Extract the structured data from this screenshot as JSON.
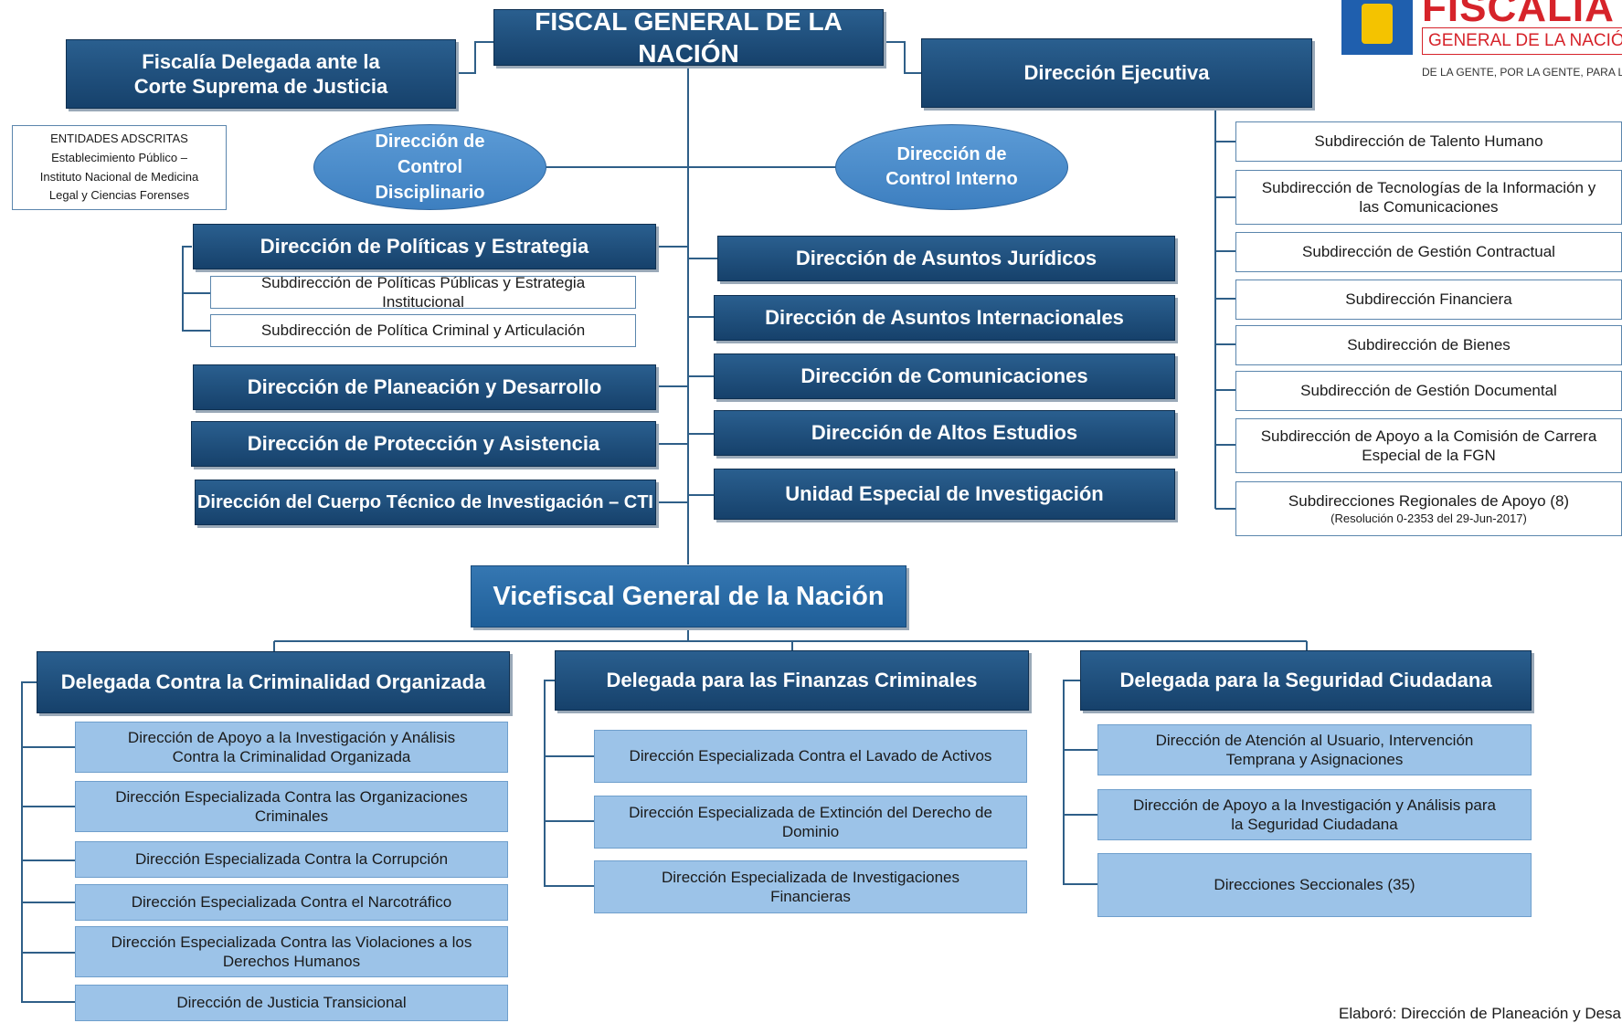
{
  "top": {
    "fiscal_general": "FISCAL GENERAL DE LA NACIÓN",
    "fiscalia_delegada_l1": "Fiscalía Delegada ante la",
    "fiscalia_delegada_l2": "Corte Suprema de Justicia",
    "direccion_ejecutiva": "Dirección Ejecutiva"
  },
  "logo": {
    "word": "FISCALÍA",
    "line1": "GENERAL DE LA NACIÓN",
    "slogan": "DE LA GENTE, POR LA GENTE, PARA LA GENTE"
  },
  "entidades": {
    "l1": "ENTIDADES ADSCRITAS",
    "l2": "Establecimiento Público –",
    "l3": "Instituto Nacional de Medicina",
    "l4": "Legal y Ciencias Forenses"
  },
  "ovals": {
    "disciplinario_l1": "Dirección de",
    "disciplinario_l2": "Control",
    "disciplinario_l3": "Disciplinario",
    "interno_l1": "Dirección de",
    "interno_l2": "Control Interno"
  },
  "left_column": {
    "politicas": "Dirección de Políticas y Estrategia",
    "sub_politicas_publicas": "Subdirección de Políticas Públicas y Estrategia Institucional",
    "sub_politica_criminal": "Subdirección de Política Criminal y Articulación",
    "planeacion": "Dirección de Planeación y Desarrollo",
    "proteccion": "Dirección de Protección y Asistencia",
    "cti": "Dirección del Cuerpo Técnico de Investigación – CTI"
  },
  "center_column": {
    "juridicos": "Dirección de Asuntos Jurídicos",
    "internacionales": "Dirección de Asuntos Internacionales",
    "comunicaciones": "Dirección de Comunicaciones",
    "altos_estudios": "Dirección de Altos Estudios",
    "unidad_especial": "Unidad Especial de Investigación"
  },
  "right_column": {
    "talento": "Subdirección de Talento Humano",
    "tecnologias_l1": "Subdirección de Tecnologías de la Información y",
    "tecnologias_l2": "las Comunicaciones",
    "contractual": "Subdirección de Gestión Contractual",
    "financiera": "Subdirección Financiera",
    "bienes": "Subdirección de Bienes",
    "documental": "Subdirección de Gestión Documental",
    "carrera_l1": "Subdirección de Apoyo a la Comisión de Carrera",
    "carrera_l2": "Especial de la FGN",
    "regionales_l1": "Subdirecciones Regionales de Apoyo (8)",
    "regionales_l2": "(Resolución 0-2353 del 29-Jun-2017)"
  },
  "vicefiscal": "Vicefiscal General de la Nación",
  "criminalidad": {
    "title": "Delegada Contra la Criminalidad Organizada",
    "items": [
      {
        "l1": "Dirección de Apoyo  a la Investigación y Análisis",
        "l2": "Contra la Criminalidad Organizada"
      },
      {
        "l1": "Dirección Especializada Contra las Organizaciones",
        "l2": "Criminales"
      },
      {
        "l1": "Dirección Especializada Contra la Corrupción",
        "l2": ""
      },
      {
        "l1": "Dirección Especializada Contra el Narcotráfico",
        "l2": ""
      },
      {
        "l1": "Dirección Especializada Contra las Violaciones a los",
        "l2": "Derechos Humanos"
      },
      {
        "l1": "Dirección de Justicia Transicional",
        "l2": ""
      }
    ]
  },
  "finanzas": {
    "title": "Delegada para las Finanzas Criminales",
    "items": [
      {
        "l1": "Dirección Especializada Contra el Lavado de Activos",
        "l2": ""
      },
      {
        "l1": "Dirección Especializada de Extinción del Derecho de",
        "l2": "Dominio"
      },
      {
        "l1": "Dirección Especializada de Investigaciones",
        "l2": "Financieras"
      }
    ]
  },
  "seguridad": {
    "title": "Delegada para la Seguridad Ciudadana",
    "items": [
      {
        "l1": "Dirección de Atención al Usuario, Intervención",
        "l2": "Temprana y Asignaciones"
      },
      {
        "l1": "Dirección de Apoyo a la Investigación y Análisis para",
        "l2": "la Seguridad Ciudadana"
      },
      {
        "l1": "Direcciones Seccionales (35)",
        "l2": ""
      }
    ]
  },
  "footer": "Elaboró: Dirección de Planeación y Desarrollo",
  "colors": {
    "dark": "#16416b",
    "light": "#9cc3e8",
    "line": "#2f5f88",
    "logo_red": "#d6232a"
  }
}
